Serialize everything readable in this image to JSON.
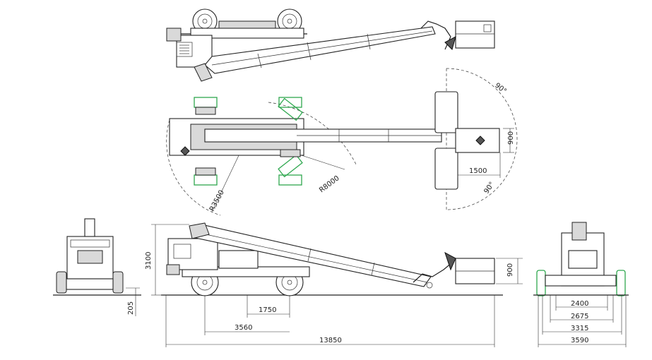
{
  "colors": {
    "line": "#222222",
    "accent_green": "#2fa84f",
    "background": "#ffffff"
  },
  "dimensions": {
    "angle_top": "90°",
    "angle_bottom": "90°",
    "platform_width": "900",
    "platform_depth": "1500",
    "radius_outer": "R8000",
    "radius_inner": "R3500",
    "stowed_height": "3100",
    "platform_height": "900",
    "ground_clearance": "205",
    "axle_to_center": "1750",
    "wheelbase": "3560",
    "overall_length": "13850",
    "track_inner": "2400",
    "track_mid": "2675",
    "width_axle": "3315",
    "overall_width": "3590"
  }
}
